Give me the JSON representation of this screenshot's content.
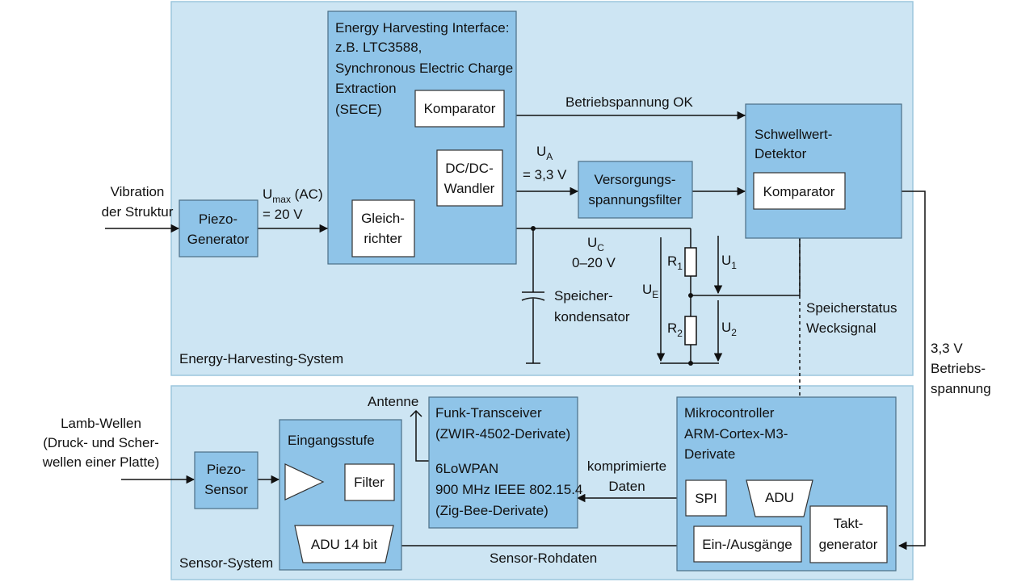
{
  "colors": {
    "panel_fill": "#cde5f3",
    "block_fill": "#8fc4e8",
    "line": "#111111"
  },
  "inputs": {
    "vibration": [
      "Vibration",
      "der Struktur"
    ],
    "lamb": [
      "Lamb-Wellen",
      "(Druck- und Scher-",
      "wellen einer Platte)"
    ]
  },
  "eh_system": {
    "title": "Energy-Harvesting-System",
    "piezo_generator": [
      "Piezo-",
      "Generator"
    ],
    "umax": {
      "base": "U",
      "sub": "max",
      "rest": " (AC)",
      "value": "= 20 V"
    },
    "interface": {
      "lines": [
        "Energy Harvesting Interface:",
        "z.B. LTC3588,",
        "Synchronous Electric Charge",
        "Extraction",
        "(SECE)"
      ],
      "komparator": "Komparator",
      "dcdc": [
        "DC/DC-",
        "Wandler"
      ],
      "gleichrichter": [
        "Gleich-",
        "richter"
      ]
    },
    "betriebsspannung_ok": "Betriebspannung OK",
    "ua": {
      "base": "U",
      "sub": "A",
      "value": "= 3,3 V"
    },
    "versorgungsfilter": [
      "Versorgungs-",
      "spannungsfilter"
    ],
    "uc": {
      "base": "U",
      "sub": "C",
      "value": "0–20 V"
    },
    "speicherkondensator": [
      "Speicher-",
      "kondensator"
    ],
    "r1": {
      "base": "R",
      "sub": "1"
    },
    "r2": {
      "base": "R",
      "sub": "2"
    },
    "u1": {
      "base": "U",
      "sub": "1"
    },
    "u2": {
      "base": "U",
      "sub": "2"
    },
    "ue": {
      "base": "U",
      "sub": "E"
    },
    "schwellwert": {
      "title": [
        "Schwellwert-",
        "Detektor"
      ],
      "komparator": "Komparator"
    },
    "speicherstatus": [
      "Speicherstatus",
      "Wecksignal"
    ]
  },
  "betriebsspannung_33": [
    "3,3 V",
    "Betriebs-",
    "spannung"
  ],
  "sensor_system": {
    "title": "Sensor-System",
    "piezo_sensor": [
      "Piezo-",
      "Sensor"
    ],
    "eingangsstufe": {
      "title": "Eingangsstufe",
      "filter": "Filter",
      "adu": "ADU 14 bit"
    },
    "antenne": "Antenne",
    "funk": [
      "Funk-Transceiver",
      "(ZWIR-4502-Derivate)",
      "6LoWPAN",
      "900 MHz IEEE 802.15.4",
      "(Zig-Bee-Derivate)"
    ],
    "komprimierte": [
      "komprimierte",
      "Daten"
    ],
    "mikrocontroller": {
      "title": [
        "Mikrocontroller",
        "ARM-Cortex-M3-",
        "Derivate"
      ],
      "spi": "SPI",
      "adu": "ADU",
      "io": "Ein-/Ausgänge",
      "takt": [
        "Takt-",
        "generator"
      ]
    },
    "rohdaten": "Sensor-Rohdaten"
  }
}
